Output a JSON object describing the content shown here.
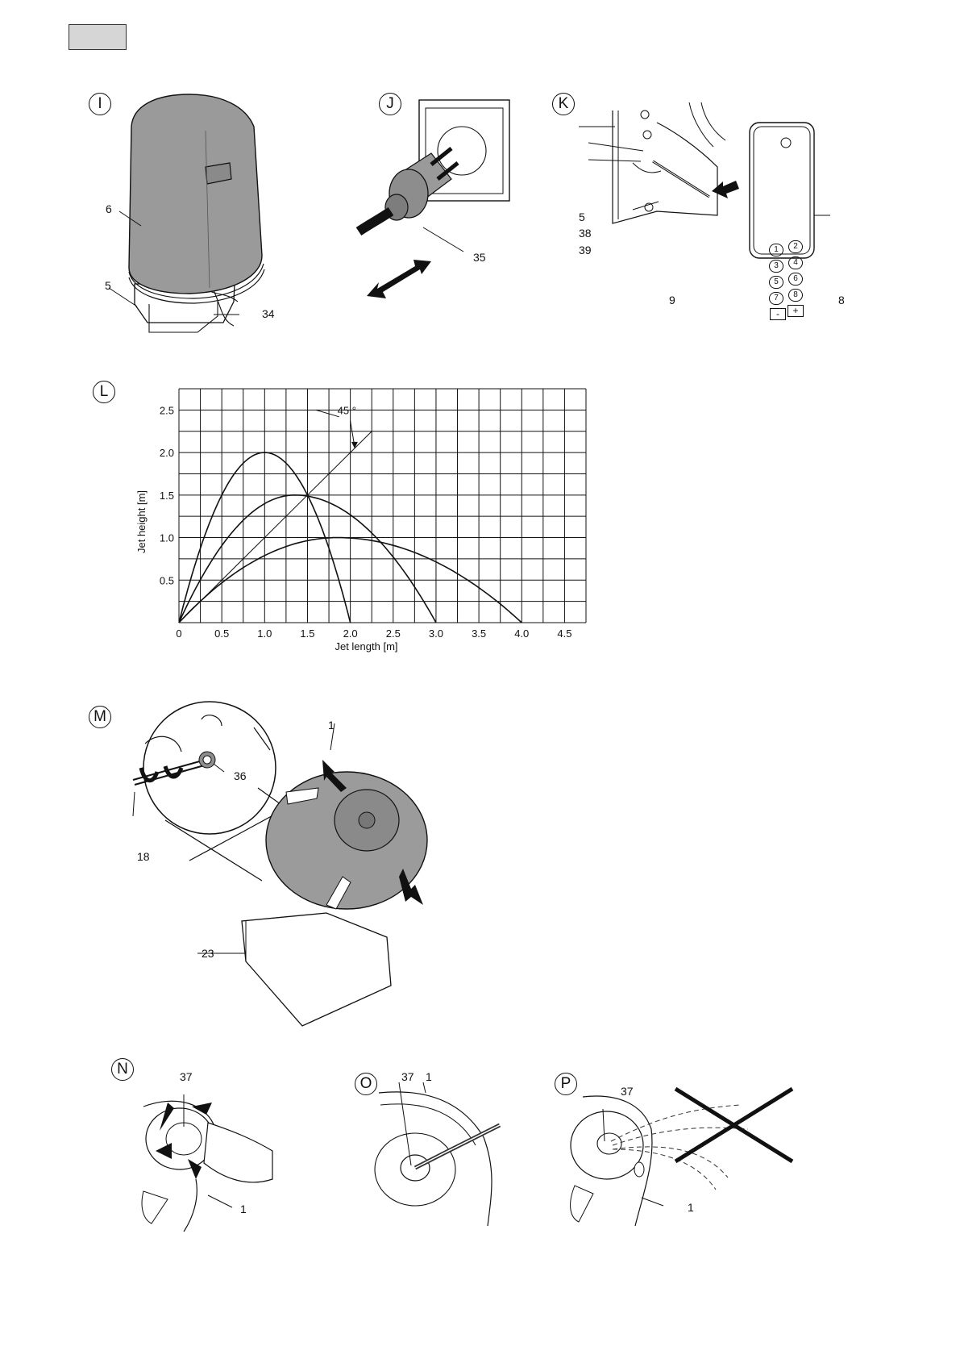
{
  "page": {
    "figures": {
      "I": {
        "badge": "I",
        "labels": {
          "l6": "6",
          "l5": "5",
          "l34": "34"
        }
      },
      "J": {
        "badge": "J",
        "labels": {
          "l35": "35"
        }
      },
      "K": {
        "badge": "K",
        "labels": {
          "l5": "5",
          "l38": "38",
          "l39": "39",
          "l9": "9",
          "l8": "8"
        },
        "remote_keys": [
          "1",
          "2",
          "3",
          "4",
          "5",
          "6",
          "7",
          "8",
          "-",
          "+"
        ]
      },
      "L": {
        "badge": "L"
      },
      "M": {
        "badge": "M",
        "labels": {
          "l1": "1",
          "l36": "36",
          "l18": "18",
          "l23": "23"
        }
      },
      "N": {
        "badge": "N",
        "labels": {
          "l37": "37",
          "l1": "1"
        }
      },
      "O": {
        "badge": "O",
        "labels": {
          "l37": "37",
          "l1": "1"
        }
      },
      "P": {
        "badge": "P",
        "labels": {
          "l37": "37",
          "l1": "1"
        }
      }
    }
  },
  "chart_data": {
    "type": "line",
    "title": "",
    "xlabel": "Jet length [m]",
    "ylabel": "Jet height [m]",
    "xlim": [
      0,
      4.75
    ],
    "ylim": [
      0,
      2.75
    ],
    "x_ticks": [
      "0",
      "0.5",
      "1.0",
      "1.5",
      "2.0",
      "2.5",
      "3.0",
      "3.5",
      "4.0",
      "4.5"
    ],
    "x_tick_values": [
      0,
      0.5,
      1.0,
      1.5,
      2.0,
      2.5,
      3.0,
      3.5,
      4.0,
      4.5
    ],
    "y_ticks": [
      "0.5",
      "1.0",
      "1.5",
      "2.0",
      "2.5"
    ],
    "y_tick_values": [
      0.5,
      1.0,
      1.5,
      2.0,
      2.5
    ],
    "grid_step": 0.25,
    "grid": true,
    "annotation": {
      "text": "45 °",
      "line": [
        [
          0,
          0
        ],
        [
          2.25,
          2.25
        ]
      ]
    },
    "series": [
      {
        "range": 2.0,
        "peak_x": 1.0,
        "peak_y": 2.0
      },
      {
        "range": 3.0,
        "peak_x": 1.35,
        "peak_y": 1.5
      },
      {
        "range": 4.0,
        "peak_x": 1.85,
        "peak_y": 1.0
      }
    ]
  }
}
